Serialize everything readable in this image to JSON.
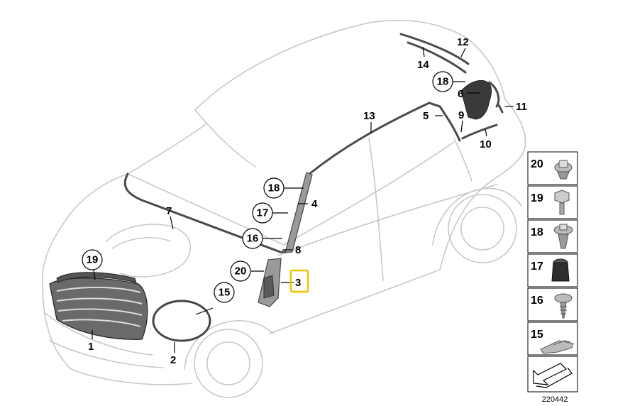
{
  "callouts": {
    "c1": "1",
    "c2": "2",
    "c3": "3",
    "c4": "4",
    "c5": "5",
    "c6": "6",
    "c7": "7",
    "c8": "8",
    "c9": "9",
    "c10": "10",
    "c11": "11",
    "c12": "12",
    "c13": "13",
    "c14": "14",
    "c15": "15",
    "c16": "16",
    "c17": "17",
    "c18a": "18",
    "c18b": "18",
    "c19": "19",
    "c20": "20"
  },
  "legend": {
    "items": [
      "20",
      "19",
      "18",
      "17",
      "16",
      "15"
    ]
  },
  "reference_number": "220442",
  "colors": {
    "highlight": "#f2c200",
    "parts": "#4a4a4a",
    "outline": "#c8c8c8"
  }
}
